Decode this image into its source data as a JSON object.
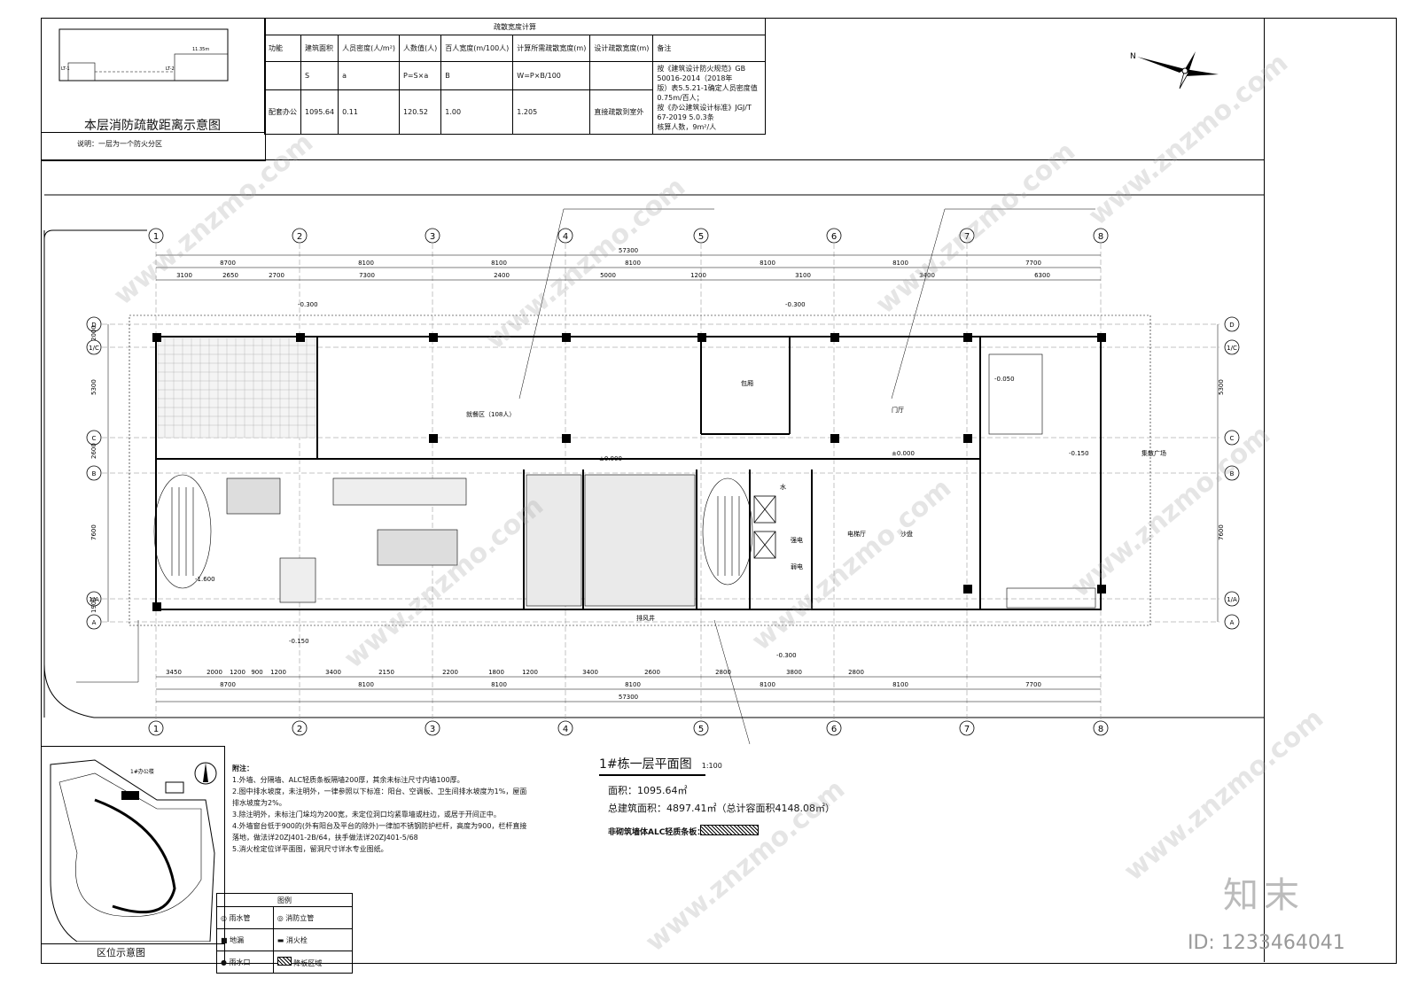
{
  "fire_diagram": {
    "title": "本层消防疏散距离示意图",
    "note": "说明：一层为一个防火分区",
    "mini_labels": [
      "LT-1",
      "LT-2",
      "11.35m"
    ]
  },
  "calc_table": {
    "title": "疏散宽度计算",
    "headers": [
      "功能",
      "建筑面积",
      "人员密度(人/m²)",
      "人数值(人)",
      "百人宽度(m/100人)",
      "计算所需疏散宽度(m)",
      "设计疏散宽度(m)",
      "备注"
    ],
    "formula_row": [
      "",
      "S",
      "a",
      "P=S×a",
      "B",
      "W=P×B/100",
      "",
      ""
    ],
    "data_row": [
      "配套办公",
      "1095.64",
      "0.11",
      "120.52",
      "1.00",
      "1.205",
      "直接疏散到室外",
      ""
    ],
    "remarks": [
      "按《建筑设计防火规范》GB 50016-2014（2018年",
      "版）表5.5.21-1确定人员密度值0.75m/百人；",
      "按《办公建筑设计标准》JGJ/T 67-2019 5.0.3条",
      "核算人数，9m²/人"
    ]
  },
  "axes": {
    "columns": [
      "1",
      "2",
      "3",
      "4",
      "5",
      "6",
      "7",
      "8"
    ],
    "rows": [
      "D",
      "1/C",
      "C",
      "B",
      "1/A",
      "A"
    ],
    "total_dim": "57300",
    "top_dims": [
      "8700",
      "8100",
      "8100",
      "8100",
      "8100",
      "8100",
      "7700"
    ],
    "sub_dims": [
      "3100",
      "2650",
      "2700",
      "7300",
      "2400",
      "5000",
      "1200",
      "3100",
      "3400",
      "6300"
    ],
    "left_dims": [
      "2000",
      "5300",
      "2600",
      "7600",
      "1900"
    ],
    "bottom_sub_dims": [
      "3450",
      "2000",
      "1200",
      "900",
      "1200",
      "3400",
      "2150",
      "2200",
      "1800",
      "1200",
      "3400",
      "2600",
      "2800",
      "3800",
      "2800"
    ]
  },
  "rooms": {
    "dining": "就餐区（108人）",
    "private_room": "包厢",
    "lobby": "门厅",
    "elevator_hall": "电梯厅",
    "sand_table": "沙盘",
    "water": "水",
    "strong_elec": "强电",
    "weak_elec": "弱电",
    "exhaust": "排风井",
    "plaza": "集散广场",
    "kitchen_marks": [
      "±0.000",
      "-0.050",
      "-0.150",
      "-0.300",
      "-1.600"
    ]
  },
  "drawing": {
    "title": "1#栋一层平面图",
    "scale": "1:100",
    "area_label": "面积：1095.64㎡",
    "total_area": "总建筑面积：4897.41㎡（总计容面积4148.08㎡）",
    "alc_label": "非砌筑墙体ALC轻质条板："
  },
  "notes": {
    "heading": "附注：",
    "items": [
      "1.外墙、分隔墙、ALC轻质条板隔墙200厚，其余未标注尺寸内墙100厚。",
      "2.图中排水坡度，未注明外，一律参照以下标准：阳台、空调板、卫生间排水坡度为1%，屋面",
      "  排水坡度为2%。",
      "3.除注明外，未标注门垛均为200宽，未定位洞口均紧靠墙或柱边，或居于开间正中。",
      "4.外墙窗台低于900的(外有阳台及平台的除外)一律加不锈钢防护栏杆，高度为900，栏杆直接",
      "  落地，做法详20ZJ401-2B/64，扶手做法详20ZJ401-5/68",
      "5.消火栓定位详平面图，留洞尺寸详水专业图纸。"
    ]
  },
  "legend": {
    "title": "图例",
    "items": [
      "雨水管",
      "消防立管",
      "地漏",
      "消火栓",
      "雨水口",
      "降板区域"
    ]
  },
  "location": {
    "title": "区位示意图",
    "label": "1#办公楼"
  },
  "watermark": {
    "brand": "知末",
    "id": "ID: 1233464041",
    "site": "www.znzmo.com"
  }
}
